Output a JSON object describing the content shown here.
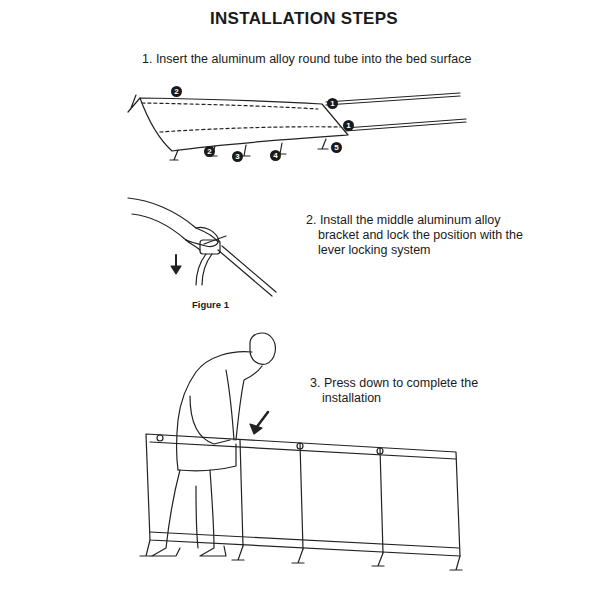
{
  "diagram": {
    "title": "INSTALLATION STEPS",
    "labels": [
      "1. Insert the aluminum alloy round tube into the bed surface",
      "2",
      "1",
      "1",
      "5",
      "2",
      "3",
      "4",
      "2. Install the middle aluminum alloy bracket and lock the position with the lever locking system",
      "Figure 1",
      "3. Press down to complete the installation"
    ]
  }
}
